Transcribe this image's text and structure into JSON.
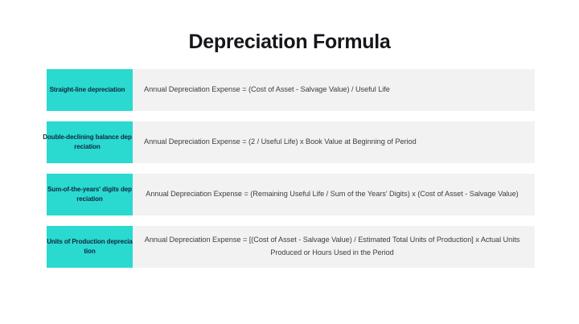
{
  "slide": {
    "title": "Depreciation Formula",
    "background_color": "#ffffff",
    "accent_color": "#2ad9cf",
    "band_color": "#f2f2f2",
    "title_color": "#16161a",
    "formula_text_color": "#3d3d3d",
    "label_text_color": "#12263f"
  },
  "rows": [
    {
      "label": "Straight-line depreciation",
      "formula": "Annual Depreciation Expense = (Cost of Asset - Salvage Value) / Useful Life"
    },
    {
      "label": "Double-declining balance depreciation",
      "formula": "Annual Depreciation Expense = (2 / Useful Life) x Book Value at Beginning of Period"
    },
    {
      "label": "Sum-of-the-years' digits depreciation",
      "formula": "Annual Depreciation Expense = (Remaining Useful Life / Sum of the Years' Digits) x (Cost of Asset - Salvage Value)"
    },
    {
      "label": "Units of Production depreciation",
      "formula": "Annual Depreciation Expense = [(Cost of Asset - Salvage Value) / Estimated Total Units of Production] x Actual Units Produced or Hours Used in the Period"
    }
  ]
}
